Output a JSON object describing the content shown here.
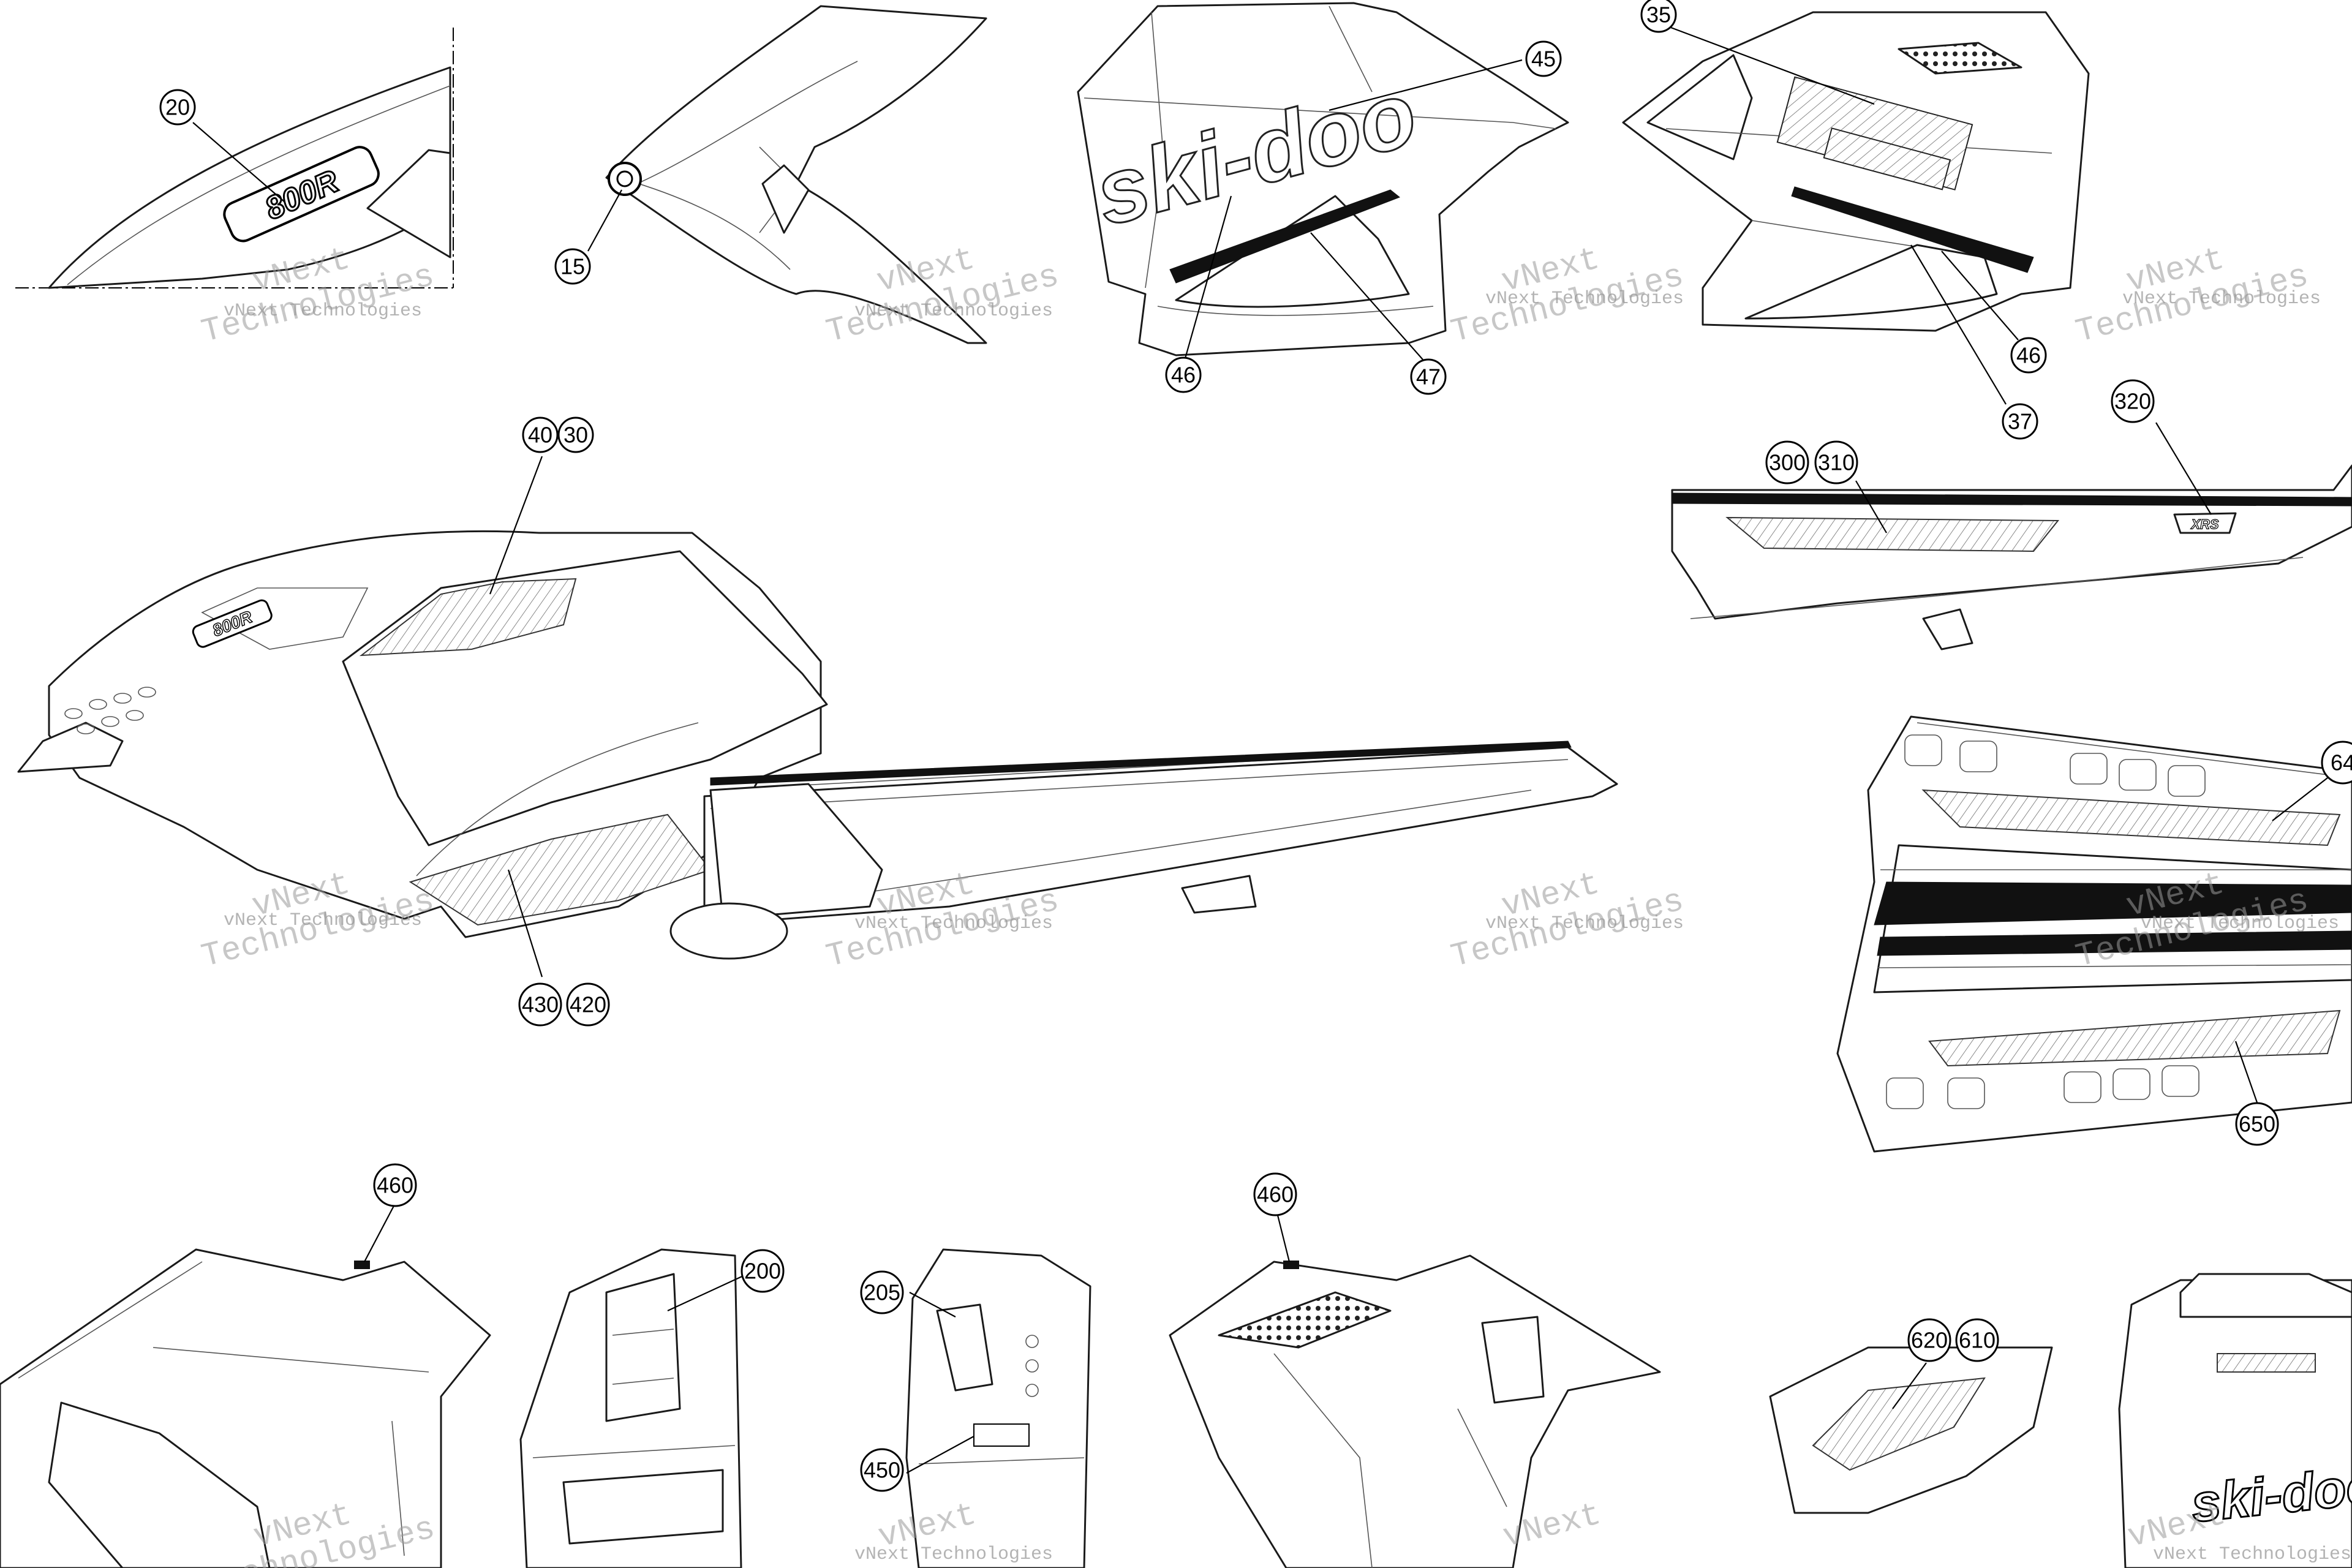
{
  "diagram": {
    "watermark_line1": "vNext",
    "watermark_line2": "Technologies",
    "watermark_full": "vNext Technologies",
    "callouts": [
      "20",
      "15",
      "45",
      "46",
      "47",
      "35",
      "46",
      "37",
      "40",
      "30",
      "430",
      "420",
      "300",
      "310",
      "320",
      "64",
      "650",
      "460",
      "200",
      "205",
      "450",
      "460",
      "620",
      "610"
    ],
    "decal_texts": {
      "model_badge": "800R",
      "brand_side": "ski-doo",
      "brand_rear": "ski-doo",
      "rail_badge": "XRS"
    },
    "colors": {
      "line": "#1a1a1a",
      "watermark": "#9a9a9a",
      "hatch": "#888888"
    }
  }
}
